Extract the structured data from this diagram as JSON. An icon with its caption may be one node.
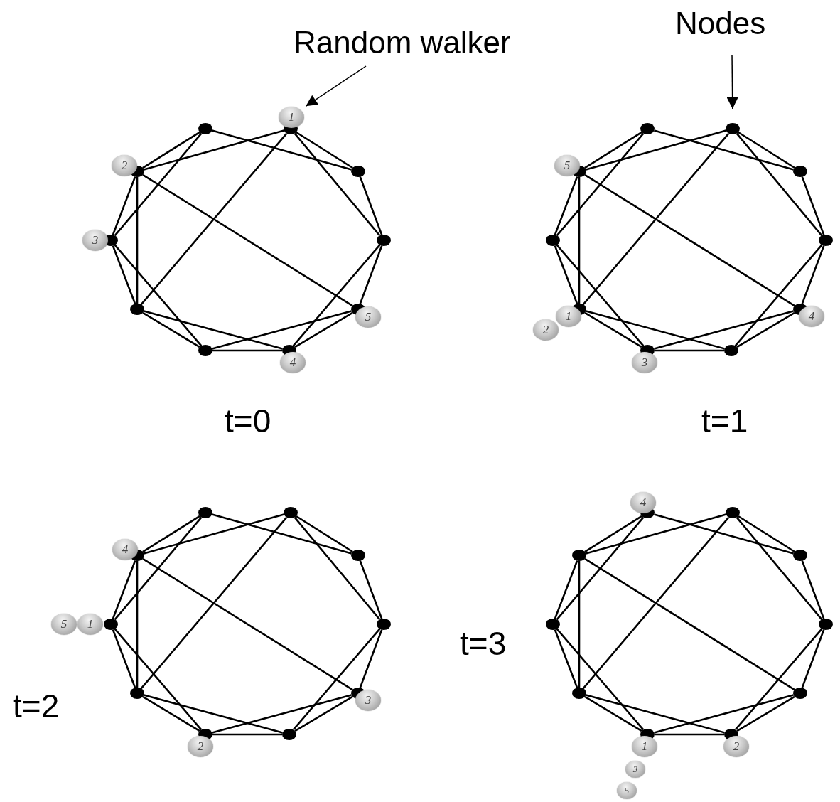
{
  "diagram": {
    "nodes": [
      {
        "text": [
          "Random walker"
        ]
      },
      {
        "text": [
          "Nodes"
        ]
      },
      {
        "text": [],
        "shape": "circle"
      },
      {
        "text": [],
        "shape": "circle"
      },
      {
        "text": [],
        "shape": "circle"
      },
      {
        "text": [],
        "shape": "circle"
      },
      {
        "text": [],
        "shape": "circle"
      },
      {
        "text": [],
        "shape": "circle"
      },
      {
        "text": [],
        "shape": "circle"
      },
      {
        "text": [],
        "shape": "circle"
      },
      {
        "text": [],
        "shape": "circle"
      },
      {
        "text": [],
        "shape": "circle"
      },
      {
        "text": [
          "1"
        ]
      },
      {
        "text": [
          "2"
        ]
      },
      {
        "text": [
          "3"
        ]
      },
      {
        "text": [
          "4"
        ]
      },
      {
        "text": [
          "5"
        ]
      },
      {
        "text": [],
        "shape": "circle"
      },
      {
        "text": [],
        "shape": "circle"
      },
      {
        "text": [],
        "shape": "circle"
      },
      {
        "text": [],
        "shape": "circle"
      },
      {
        "text": [],
        "shape": "circle"
      },
      {
        "text": [],
        "shape": "circle"
      },
      {
        "text": [],
        "shape": "circle"
      },
      {
        "text": [],
        "shape": "circle"
      },
      {
        "text": [],
        "shape": "circle"
      },
      {
        "text": [],
        "shape": "circle"
      },
      {
        "text": [
          "1"
        ]
      },
      {
        "text": [
          "2"
        ]
      },
      {
        "text": [
          "3"
        ]
      },
      {
        "text": [
          "4"
        ]
      },
      {
        "text": [
          "5"
        ]
      },
      {
        "text": [],
        "shape": "circle"
      },
      {
        "text": [],
        "shape": "circle"
      },
      {
        "text": [],
        "shape": "circle"
      },
      {
        "text": [],
        "shape": "circle"
      },
      {
        "text": [],
        "shape": "circle"
      },
      {
        "text": [],
        "shape": "circle"
      },
      {
        "text": [],
        "shape": "circle"
      },
      {
        "text": [],
        "shape": "circle"
      },
      {
        "text": [],
        "shape": "circle"
      },
      {
        "text": [],
        "shape": "circle"
      },
      {
        "text": [
          "1"
        ]
      },
      {
        "text": [
          "2"
        ]
      },
      {
        "text": [
          "3"
        ]
      },
      {
        "text": [
          "4"
        ]
      },
      {
        "text": [
          "5"
        ]
      },
      {
        "text": [],
        "shape": "circle"
      },
      {
        "text": [],
        "shape": "circle"
      },
      {
        "text": [],
        "shape": "circle"
      },
      {
        "text": [],
        "shape": "circle"
      },
      {
        "text": [],
        "shape": "circle"
      },
      {
        "text": [],
        "shape": "circle"
      },
      {
        "text": [],
        "shape": "circle"
      },
      {
        "text": [],
        "shape": "circle"
      },
      {
        "text": [],
        "shape": "circle"
      },
      {
        "text": [],
        "shape": "circle"
      },
      {
        "text": [
          "1"
        ]
      },
      {
        "text": [
          "2"
        ]
      },
      {
        "text": [
          "3"
        ]
      },
      {
        "text": [
          "4"
        ]
      },
      {
        "text": [
          "5"
        ]
      }
    ],
    "edges": [
      {
        "from": 0,
        "to": 12,
        "arrow": "to"
      },
      {
        "from": 1,
        "to": 18,
        "arrow": "to"
      },
      {
        "from": 2,
        "to": 11,
        "arrow": "none"
      },
      {
        "from": 2,
        "to": 10,
        "arrow": "none"
      },
      {
        "from": 2,
        "to": 4,
        "arrow": "none"
      },
      {
        "from": 3,
        "to": 11,
        "arrow": "none"
      },
      {
        "from": 3,
        "to": 9,
        "arrow": "none"
      },
      {
        "from": 3,
        "to": 4,
        "arrow": "none"
      },
      {
        "from": 3,
        "to": 5,
        "arrow": "none"
      },
      {
        "from": 4,
        "to": 5,
        "arrow": "none"
      },
      {
        "from": 5,
        "to": 6,
        "arrow": "none"
      },
      {
        "from": 5,
        "to": 7,
        "arrow": "none"
      },
      {
        "from": 6,
        "to": 11,
        "arrow": "none"
      },
      {
        "from": 6,
        "to": 8,
        "arrow": "none"
      },
      {
        "from": 6,
        "to": 7,
        "arrow": "none"
      },
      {
        "from": 7,
        "to": 8,
        "arrow": "none"
      },
      {
        "from": 7,
        "to": 9,
        "arrow": "none"
      },
      {
        "from": 8,
        "to": 9,
        "arrow": "none"
      },
      {
        "from": 8,
        "to": 10,
        "arrow": "none"
      },
      {
        "from": 9,
        "to": 10,
        "arrow": "none"
      },
      {
        "from": 9,
        "to": 11,
        "arrow": "none"
      },
      {
        "from": 10,
        "to": 11,
        "arrow": "none"
      },
      {
        "from": 17,
        "to": 26,
        "arrow": "none"
      },
      {
        "from": 17,
        "to": 25,
        "arrow": "none"
      },
      {
        "from": 17,
        "to": 19,
        "arrow": "none"
      },
      {
        "from": 18,
        "to": 26,
        "arrow": "none"
      },
      {
        "from": 18,
        "to": 24,
        "arrow": "none"
      },
      {
        "from": 18,
        "to": 19,
        "arrow": "none"
      },
      {
        "from": 18,
        "to": 20,
        "arrow": "none"
      },
      {
        "from": 19,
        "to": 20,
        "arrow": "none"
      },
      {
        "from": 20,
        "to": 21,
        "arrow": "none"
      },
      {
        "from": 20,
        "to": 22,
        "arrow": "none"
      },
      {
        "from": 21,
        "to": 26,
        "arrow": "none"
      },
      {
        "from": 21,
        "to": 23,
        "arrow": "none"
      },
      {
        "from": 21,
        "to": 22,
        "arrow": "none"
      },
      {
        "from": 22,
        "to": 23,
        "arrow": "none"
      },
      {
        "from": 22,
        "to": 24,
        "arrow": "none"
      },
      {
        "from": 23,
        "to": 24,
        "arrow": "none"
      },
      {
        "from": 23,
        "to": 25,
        "arrow": "none"
      },
      {
        "from": 24,
        "to": 25,
        "arrow": "none"
      },
      {
        "from": 24,
        "to": 26,
        "arrow": "none"
      },
      {
        "from": 25,
        "to": 26,
        "arrow": "none"
      },
      {
        "from": 32,
        "to": 41,
        "arrow": "none"
      },
      {
        "from": 32,
        "to": 40,
        "arrow": "none"
      },
      {
        "from": 32,
        "to": 34,
        "arrow": "none"
      },
      {
        "from": 33,
        "to": 41,
        "arrow": "none"
      },
      {
        "from": 33,
        "to": 39,
        "arrow": "none"
      },
      {
        "from": 33,
        "to": 34,
        "arrow": "none"
      },
      {
        "from": 33,
        "to": 35,
        "arrow": "none"
      },
      {
        "from": 34,
        "to": 35,
        "arrow": "none"
      },
      {
        "from": 35,
        "to": 36,
        "arrow": "none"
      },
      {
        "from": 35,
        "to": 37,
        "arrow": "none"
      },
      {
        "from": 36,
        "to": 41,
        "arrow": "none"
      },
      {
        "from": 36,
        "to": 38,
        "arrow": "none"
      },
      {
        "from": 36,
        "to": 37,
        "arrow": "none"
      },
      {
        "from": 37,
        "to": 38,
        "arrow": "none"
      },
      {
        "from": 37,
        "to": 39,
        "arrow": "none"
      },
      {
        "from": 38,
        "to": 39,
        "arrow": "none"
      },
      {
        "from": 38,
        "to": 40,
        "arrow": "none"
      },
      {
        "from": 39,
        "to": 40,
        "arrow": "none"
      },
      {
        "from": 39,
        "to": 41,
        "arrow": "none"
      },
      {
        "from": 40,
        "to": 41,
        "arrow": "none"
      },
      {
        "from": 47,
        "to": 56,
        "arrow": "none"
      },
      {
        "from": 47,
        "to": 55,
        "arrow": "none"
      },
      {
        "from": 47,
        "to": 49,
        "arrow": "none"
      },
      {
        "from": 48,
        "to": 56,
        "arrow": "none"
      },
      {
        "from": 48,
        "to": 54,
        "arrow": "none"
      },
      {
        "from": 48,
        "to": 49,
        "arrow": "none"
      },
      {
        "from": 48,
        "to": 50,
        "arrow": "none"
      },
      {
        "from": 49,
        "to": 50,
        "arrow": "none"
      },
      {
        "from": 50,
        "to": 51,
        "arrow": "none"
      },
      {
        "from": 50,
        "to": 52,
        "arrow": "none"
      },
      {
        "from": 51,
        "to": 56,
        "arrow": "none"
      },
      {
        "from": 51,
        "to": 53,
        "arrow": "none"
      },
      {
        "from": 51,
        "to": 52,
        "arrow": "none"
      },
      {
        "from": 52,
        "to": 53,
        "arrow": "none"
      },
      {
        "from": 52,
        "to": 54,
        "arrow": "none"
      },
      {
        "from": 53,
        "to": 54,
        "arrow": "none"
      },
      {
        "from": 53,
        "to": 55,
        "arrow": "none"
      },
      {
        "from": 54,
        "to": 55,
        "arrow": "none"
      },
      {
        "from": 54,
        "to": 56,
        "arrow": "none"
      },
      {
        "from": 55,
        "to": 56,
        "arrow": "none"
      }
    ],
    "labels": [
      "t=0",
      "t=1",
      "t=2",
      "t=3"
    ]
  }
}
